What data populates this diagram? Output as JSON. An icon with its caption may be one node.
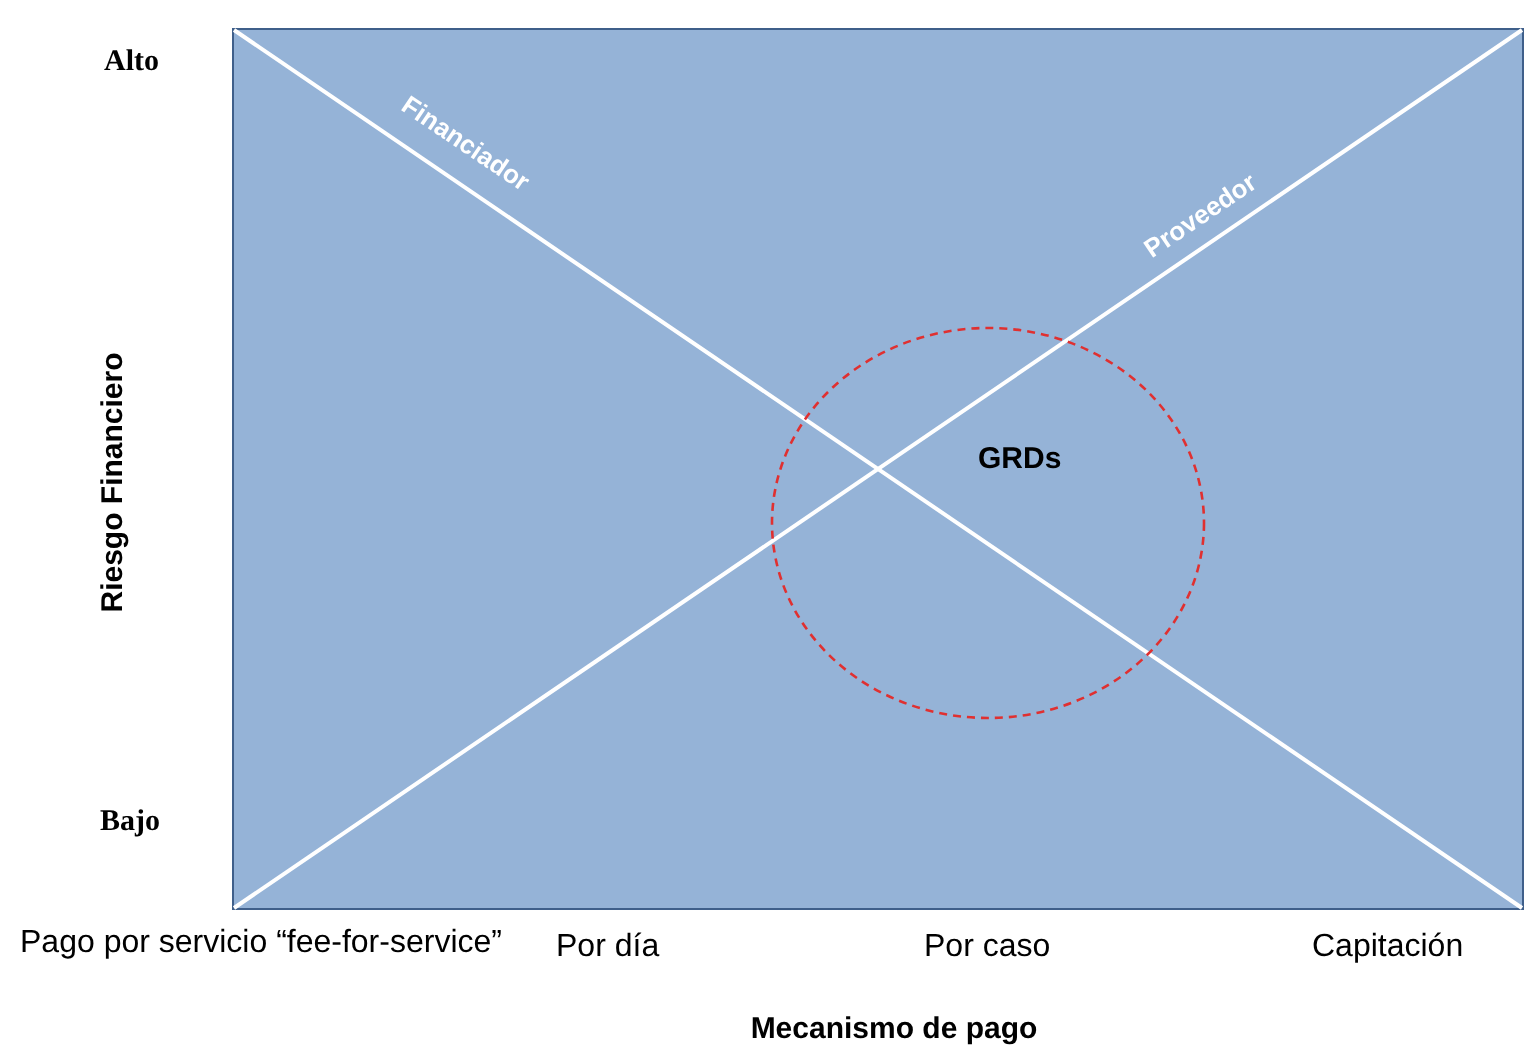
{
  "diagram": {
    "nodes": [
      {
        "text": [
          "GRDs"
        ]
      }
    ],
    "labels": [
      "Alto",
      "Bajo",
      "Riesgo Financiero",
      "Financiador",
      "Proveedor",
      "Pago por servicio “fee-for-service”",
      "Por día",
      "Por caso",
      "Capitación",
      "Mecanismo de pago"
    ]
  }
}
